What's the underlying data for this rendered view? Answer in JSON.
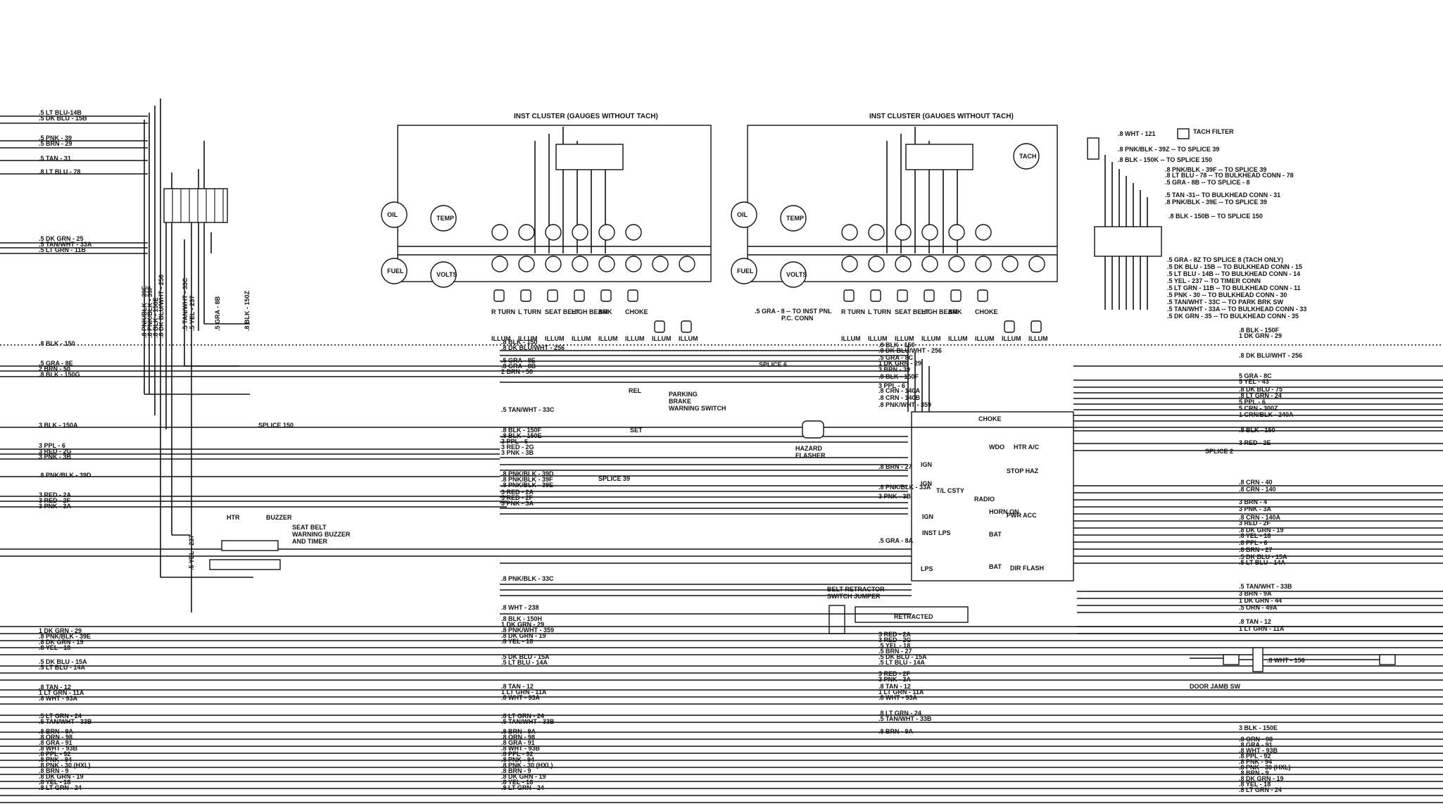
{
  "left_labels": [
    {
      "id": "lt-blu-14b",
      "text": ".5  LT BLU-14B"
    },
    {
      "id": "dk-blu-15b",
      "text": ".5  DK BLU - 15B"
    },
    {
      "id": "pnk-39",
      "text": ".5  PNK - 39"
    },
    {
      "id": "brn-29",
      "text": ".5  BRN - 29"
    },
    {
      "id": "tan-31",
      "text": ".5  TAN - 31"
    },
    {
      "id": "lt-blu-78",
      "text": ".8  LT BLU - 78"
    },
    {
      "id": "dk-grn-25",
      "text": ".5  DK GRN - 25"
    },
    {
      "id": "tan-wht-33a",
      "text": ".5  TAN/WHT - 33A"
    },
    {
      "id": "lt-grn-11b",
      "text": ".5  LT GRN - 11B"
    },
    {
      "id": "blk-150",
      "text": ".8  BLK - 150"
    },
    {
      "id": "gra-8e",
      "text": ".5  GRA - 8E"
    },
    {
      "id": "brn-50",
      "text": "2  BRN - 50"
    },
    {
      "id": "blk-150g",
      "text": ".8  BLK - 150G"
    },
    {
      "id": "blk-150a",
      "text": "3  BLK - 150A"
    },
    {
      "id": "ppl-6",
      "text": "3  PPL - 6"
    },
    {
      "id": "red-2g",
      "text": "3  RED - 2G"
    },
    {
      "id": "pnk-3b",
      "text": "3  PNK - 3B"
    },
    {
      "id": "pnk-blk-39d",
      "text": ".8  PNK/BLK - 39D"
    },
    {
      "id": "red-2a",
      "text": "3  RED - 2A"
    },
    {
      "id": "red-2f",
      "text": "3  RED - 2F"
    },
    {
      "id": "pnk-3a",
      "text": "3  PNK - 3A"
    },
    {
      "id": "dk-grn-29",
      "text": "1  DK GRN - 29"
    },
    {
      "id": "pnk-blk-39e",
      "text": ".8  PNK/BLK - 39E"
    },
    {
      "id": "dk-grn-19",
      "text": ".8  DK GRN - 19"
    },
    {
      "id": "yel-18",
      "text": ".8  YEL - 18"
    },
    {
      "id": "dk-blu-15a",
      "text": ".5  DK BLU - 15A"
    },
    {
      "id": "lt-blu-14a",
      "text": ".5  LT BLU - 14A"
    },
    {
      "id": "tan-12",
      "text": ".8  TAN - 12"
    },
    {
      "id": "lt-grn-11a",
      "text": "1  LT GRN - 11A"
    },
    {
      "id": "wht-93a",
      "text": ".8  WHT - 93A"
    },
    {
      "id": "lt-grn-24",
      "text": ".5  LT GRN - 24"
    },
    {
      "id": "tan-wht-33b",
      "text": ".5  TAN/WHT - 33B"
    },
    {
      "id": "brn-9a",
      "text": ".8  BRN - 9A"
    },
    {
      "id": "orn-98",
      "text": ".8  ORN - 98"
    },
    {
      "id": "gra-91",
      "text": ".8  GRA - 91"
    },
    {
      "id": "wht-93b",
      "text": ".8  WHT - 93B"
    },
    {
      "id": "ppl-92",
      "text": ".8  PPL - 92"
    },
    {
      "id": "pnk-94",
      "text": ".8  PNK - 94"
    },
    {
      "id": "pnk-30-hxl",
      "text": ".8  PNK - 30 (HXL)"
    },
    {
      "id": "brn-9",
      "text": ".8  BRN - 9"
    },
    {
      "id": "dk-grn-19b",
      "text": ".8  DK GRN - 19"
    },
    {
      "id": "yel-18b",
      "text": ".8  YEL - 18"
    },
    {
      "id": "lt-grn-24b",
      "text": ".8  LT GRN - 24"
    }
  ],
  "vertical_labels": [
    {
      "id": "v1",
      "text": ".8 PNK/BLK - 39E"
    },
    {
      "id": "v2",
      "text": ".8 PNK/BLK - 39F"
    },
    {
      "id": "v3",
      "text": ".8 BLK - 150E"
    },
    {
      "id": "v4",
      "text": ".8 DK BLU/WHT - 256"
    },
    {
      "id": "v5",
      "text": ".5 TAN/WHT - 33C"
    },
    {
      "id": "v6",
      "text": ".5 YEL - 237"
    },
    {
      "id": "v7",
      "text": ".5 GRA - 8B"
    },
    {
      "id": "v8",
      "text": ".8 BLK - 150Z"
    },
    {
      "id": "v9",
      "text": ".5 YEL - 237"
    }
  ],
  "cluster_left": {
    "title": "INST CLUSTER (GAUGES WITHOUT TACH)",
    "gauges": [
      "OIL",
      "TEMP",
      "FUEL",
      "VOLTS"
    ],
    "indicators": [
      "R TURN",
      "L TURN",
      "SEAT BELT",
      "HIGH BEAM",
      "BRK",
      "CHOKE"
    ],
    "illum_labels": [
      "ILLUM",
      "ILLUM",
      "ILLUM",
      "ILLUM",
      "ILLUM",
      "ILLUM",
      "ILLUM",
      "ILLUM"
    ]
  },
  "cluster_right": {
    "title": "INST CLUSTER (GAUGES WITHOUT TACH)",
    "gauges": [
      "OIL",
      "TEMP",
      "FUEL",
      "VOLTS",
      "TACH"
    ],
    "indicators": [
      "R TURN",
      "L TURN",
      "SEAT BELT",
      "HIGH BEAM",
      "BRK",
      "CHOKE"
    ],
    "illum_labels": [
      "ILLUM",
      "ILLUM",
      "ILLUM",
      "ILLUM",
      "ILLUM",
      "ILLUM",
      "ILLUM",
      "ILLUM"
    ]
  },
  "center_labels": [
    {
      "id": "c1",
      "text": ".8 BLK - 150"
    },
    {
      "id": "c2",
      "text": ".8 DK BLU/WHT - 256"
    },
    {
      "id": "c3",
      "text": ".5 GRA - 8E"
    },
    {
      "id": "c4",
      "text": ".8 GRA - 8B"
    },
    {
      "id": "c5",
      "text": "2 BRN - 50"
    },
    {
      "id": "c6",
      "text": ".5 TAN/WHT - 33C"
    },
    {
      "id": "c7",
      "text": ".8 BLK - 150F"
    },
    {
      "id": "c8",
      "text": ".8 BLK - 150E"
    },
    {
      "id": "c9",
      "text": "3 PPL - 6"
    },
    {
      "id": "c10",
      "text": "3 RED - 2G"
    },
    {
      "id": "c11",
      "text": "3 PNK - 3B"
    },
    {
      "id": "c12",
      "text": ".8 PNK/BLK - 39D"
    },
    {
      "id": "c13",
      "text": ".8 PNK/BLK - 39F"
    },
    {
      "id": "c14",
      "text": ".8 PNK/BLK - 39E"
    },
    {
      "id": "c15",
      "text": "3 RED - 2A"
    },
    {
      "id": "c16",
      "text": "3 RED - 2F"
    },
    {
      "id": "c17",
      "text": "3 PNK - 3A"
    },
    {
      "id": "c18",
      "text": ".8 PNK/BLK - 33C"
    },
    {
      "id": "c19",
      "text": ".8 WHT - 238"
    },
    {
      "id": "c20",
      "text": ".8 BLK - 150H"
    },
    {
      "id": "c21",
      "text": "1 DK GRN - 29"
    },
    {
      "id": "c22",
      "text": ".8 PNK/WHT - 359"
    },
    {
      "id": "c23",
      "text": ".8 DK GRN - 19"
    },
    {
      "id": "c24",
      "text": ".8 YEL - 18"
    },
    {
      "id": "c25",
      "text": ".5 DK BLU - 15A"
    },
    {
      "id": "c26",
      "text": ".5 LT BLU - 14A"
    },
    {
      "id": "c27",
      "text": ".8 TAN - 12"
    },
    {
      "id": "c28",
      "text": "1 LT GRN - 11A"
    },
    {
      "id": "c29",
      "text": ".8 WHT - 93A"
    },
    {
      "id": "c30",
      "text": ".8 LT GRN - 24"
    },
    {
      "id": "c31",
      "text": ".5 TAN/WHT - 33B"
    },
    {
      "id": "c32",
      "text": ".8 BRN - 9A"
    },
    {
      "id": "c33",
      "text": ".8 ORN - 98"
    },
    {
      "id": "c34",
      "text": ".8 GRA - 91"
    },
    {
      "id": "c35",
      "text": ".8 WHT - 93B"
    },
    {
      "id": "c36",
      "text": ".8 PPL - 92"
    },
    {
      "id": "c37",
      "text": ".8 PNK - 94"
    },
    {
      "id": "c38",
      "text": ".8 PNK - 30 (HXL)"
    },
    {
      "id": "c39",
      "text": ".8 BRN - 9"
    },
    {
      "id": "c40",
      "text": ".8 DK GRN - 19"
    },
    {
      "id": "c41",
      "text": ".8 YEL - 18"
    },
    {
      "id": "c42",
      "text": ".8 LT GRN - 24"
    }
  ],
  "mid_labels": [
    {
      "id": "m1",
      "text": ".8 BLK - 150"
    },
    {
      "id": "m2",
      "text": ".8 DK BLU/WHT - 256"
    },
    {
      "id": "m3",
      "text": ".5 GRA - 8C"
    },
    {
      "id": "m4",
      "text": "1 DK GRN - 29"
    },
    {
      "id": "m5",
      "text": "3 BRN - 39"
    },
    {
      "id": "m6",
      "text": ".8 BLK - 150F"
    },
    {
      "id": "m7",
      "text": "3 PPL - 6"
    },
    {
      "id": "m8",
      "text": ".8 CRN - 140A"
    },
    {
      "id": "m9",
      "text": ".8 CRN - 140B"
    },
    {
      "id": "m10",
      "text": ".8 PNK/WHT - 359"
    },
    {
      "id": "m11",
      "text": ".8 BRN - 27"
    },
    {
      "id": "m12",
      "text": ".8 PNK/BLK - 33A"
    },
    {
      "id": "m13",
      "text": "3 PNK - 3B"
    },
    {
      "id": "m14",
      "text": ".5 GRA - 8A"
    },
    {
      "id": "m15",
      "text": "3 RED - 2A"
    },
    {
      "id": "m16",
      "text": "3 RED - 2G"
    },
    {
      "id": "m17",
      "text": ".5 YEL - 18"
    },
    {
      "id": "m18",
      "text": ".5 BRN - 27"
    },
    {
      "id": "m19",
      "text": ".5 DK BLU - 15A"
    },
    {
      "id": "m20",
      "text": ".5 LT BLU - 14A"
    },
    {
      "id": "m21",
      "text": "3 RED - 2F"
    },
    {
      "id": "m22",
      "text": "3 PNK - 3A"
    },
    {
      "id": "m23",
      "text": ".8 TAN - 12"
    },
    {
      "id": "m24",
      "text": "1 LT GRN - 11A"
    },
    {
      "id": "m25",
      "text": ".8 WHT - 93A"
    },
    {
      "id": "m26",
      "text": ".8 LT GRN - 24"
    },
    {
      "id": "m27",
      "text": ".5 TAN/WHT - 33B"
    },
    {
      "id": "m28",
      "text": ".8 BRN - 9A"
    }
  ],
  "right_labels": [
    {
      "id": "r1",
      "text": ".8 BLK - 150F"
    },
    {
      "id": "r2",
      "text": "1 DK GRN - 29"
    },
    {
      "id": "r3",
      "text": ".8 DK BLU/WHT - 256"
    },
    {
      "id": "r4",
      "text": "5 GRA - 8C"
    },
    {
      "id": "r5",
      "text": "5 YEL - 43"
    },
    {
      "id": "r6",
      "text": ".8 DK BLU - 75"
    },
    {
      "id": "r7",
      "text": ".8 LT GRN - 24"
    },
    {
      "id": "r8",
      "text": "5 PPL - 6"
    },
    {
      "id": "r9",
      "text": "5 CRN - 300Z"
    },
    {
      "id": "r10",
      "text": "1 CRN/BLK - 240A"
    },
    {
      "id": "r11",
      "text": ".8 BLK - 150"
    },
    {
      "id": "r12",
      "text": "3 RED - 2E"
    },
    {
      "id": "r13",
      "text": ".8 CRN - 40"
    },
    {
      "id": "r14",
      "text": ".8 CRN - 140"
    },
    {
      "id": "r15",
      "text": "3 BRN - 4"
    },
    {
      "id": "r16",
      "text": "3 PNK - 3A"
    },
    {
      "id": "r17",
      "text": "3 RED - 2F"
    },
    {
      "id": "r18",
      "text": ".8 CRN - 140A"
    },
    {
      "id": "r19",
      "text": ".8 DK GRN - 19"
    },
    {
      "id": "r20",
      "text": ".8 YEL - 18"
    },
    {
      "id": "r21",
      "text": ".8 PPL - 6"
    },
    {
      "id": "r22",
      "text": ".8 BRN - 27"
    },
    {
      "id": "r23",
      "text": ".5 DK BLU - 15A"
    },
    {
      "id": "r24",
      "text": ".5 LT BLU - 14A"
    },
    {
      "id": "r25",
      "text": ".5 TAN/WHT - 33B"
    },
    {
      "id": "r26",
      "text": "3 BRN - 9A"
    },
    {
      "id": "r27",
      "text": "1 DK GRN - 44"
    },
    {
      "id": "r28",
      "text": ".5 ORN - 49A"
    },
    {
      "id": "r29",
      "text": ".8 TAN - 12"
    },
    {
      "id": "r30",
      "text": "1 LT GRN - 11A"
    },
    {
      "id": "r31",
      "text": "3 BLK - 150E"
    },
    {
      "id": "r32",
      "text": ".8 ORN - 98"
    },
    {
      "id": "r33",
      "text": ".8 GRA - 91"
    },
    {
      "id": "r34",
      "text": ".8 WHT - 93B"
    },
    {
      "id": "r35",
      "text": ".8 PPL - 92"
    },
    {
      "id": "r36",
      "text": ".8 PNK - 94"
    },
    {
      "id": "r37",
      "text": ".8 PNK - 30 (HXL)"
    },
    {
      "id": "r38",
      "text": ".8 BRN - 9"
    },
    {
      "id": "r39",
      "text": ".8 DK GRN - 19"
    },
    {
      "id": "r40",
      "text": ".8 YEL - 18"
    },
    {
      "id": "r41",
      "text": ".8 LT GRN - 24"
    }
  ],
  "top_right_labels": [
    {
      "id": "t1",
      "text": ".8 WHT - 121"
    },
    {
      "id": "t2",
      "text": "TACH FILTER"
    },
    {
      "id": "t3",
      "text": ".8 PNK/BLK - 39Z -- TO SPLICE 39"
    },
    {
      "id": "t4",
      "text": ".8 BLK - 150K -- TO SPLICE 150"
    },
    {
      "id": "t5",
      "text": ".8 PNK/BLK - 39F -- TO SPLICE 39"
    },
    {
      "id": "t6",
      "text": ".8 LT BLU - 78 -- TO BULKHEAD CONN - 78"
    },
    {
      "id": "t7",
      "text": ".5 GRA - 8B -- TO SPLICE - 8"
    },
    {
      "id": "t8",
      "text": ".5 TAN -31-- TO BULKHEAD CONN - 31"
    },
    {
      "id": "t9",
      "text": ".8 PNK/BLK - 39E -- TO SPLICE 39"
    },
    {
      "id": "t10",
      "text": ".8 BLK - 150B -- TO SPLICE 150"
    },
    {
      "id": "t11",
      "text": ".5 GRA - 8Z  TO SPLICE 8 (TACH ONLY)"
    },
    {
      "id": "t12",
      "text": ".5 DK BLU - 15B -- TO BULKHEAD CONN - 15"
    },
    {
      "id": "t13",
      "text": ".5 LT BLU - 14B -- TO BULKHEAD CONN - 14"
    },
    {
      "id": "t14",
      "text": ".5 YEL - 237 -- TO TIMER CONN"
    },
    {
      "id": "t15",
      "text": ".5 LT GRN - 11B -- TO BULKHEAD CONN - 11"
    },
    {
      "id": "t16",
      "text": ".5 PNK - 30 -- TO BULKHEAD CONN - 30"
    },
    {
      "id": "t17",
      "text": ".5 TAN/WHT - 33C -- TO PARK BRK SW"
    },
    {
      "id": "t18",
      "text": ".5 TAN/WHT - 33A -- TO BULKHEAD CONN - 33"
    },
    {
      "id": "t19",
      "text": ".5 DK GRN - 35 -- TO BULKHEAD CONN - 35"
    }
  ],
  "components": {
    "splice_150": "SPLICE 150",
    "splice_39": "SPLICE 39",
    "splice_6": "SPLICE 6",
    "splice_2": "SPLICE 2",
    "parking_brake": "PARKING BRAKE WARNING SWITCH",
    "rel": "REL",
    "set": "SET",
    "htr": "HTR",
    "buzzer": "BUZZER",
    "seat_belt_timer": "SEAT BELT WARNING BUZZER AND TIMER",
    "hazard_flasher": "HAZARD FLASHER",
    "belt_retractor": "BELT RETRACTOR SWITCH JUMPER",
    "retracted": "RETRACTED",
    "door_jamb": "DOOR JAMB SW",
    "door_wire": ".8 WHT - 156",
    "to_inst_pnl": ".5 GRA - 8 -- TO INST PNL P.C. CONN"
  },
  "fuse_block": [
    "CHOKE",
    "WDO",
    "HTR A/C",
    "IGN",
    "IGN",
    "T/L CSTY",
    "STOP HAZ",
    "HORN ON",
    "PWR ACC",
    "IGN",
    "INST LPS",
    "BAT",
    "BAT",
    "DIR FLASH",
    "LPS",
    "RADIO"
  ],
  "connector_nums": [
    "39",
    "50",
    "27",
    "156",
    "15",
    "14",
    "31",
    "78",
    "35",
    "33",
    "237",
    "238",
    "150",
    "39",
    "29",
    "121"
  ]
}
